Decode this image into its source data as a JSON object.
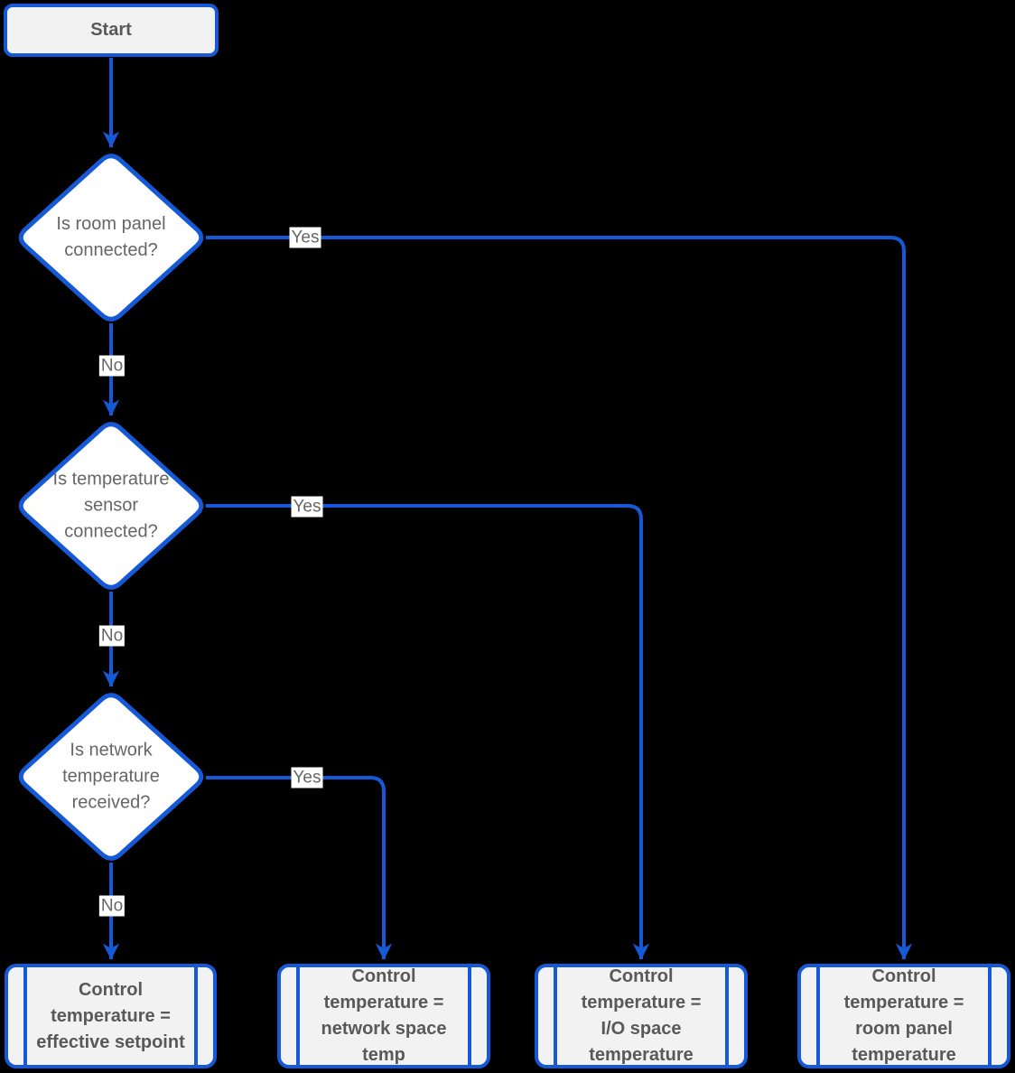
{
  "colors": {
    "accent_blue": "#1659d6",
    "node_fill": "#f2f2f2",
    "decision_fill": "#ffffff",
    "text_dark": "#595959",
    "text_gray": "#666666",
    "background": "#000000"
  },
  "flowchart": {
    "start": {
      "label": "Start"
    },
    "decisions": [
      {
        "label": "Is room panel connected?",
        "yes_label": "Yes",
        "no_label": "No"
      },
      {
        "label": "Is temperature sensor connected?",
        "yes_label": "Yes",
        "no_label": "No"
      },
      {
        "label": "Is network temperature received?",
        "yes_label": "Yes",
        "no_label": "No"
      }
    ],
    "outcomes": [
      {
        "label": "Control temperature = effective setpoint"
      },
      {
        "label": "Control temperature = network space temp"
      },
      {
        "label": "Control temperature = I/O space temperature"
      },
      {
        "label": "Control temperature = room panel temperature"
      }
    ]
  }
}
